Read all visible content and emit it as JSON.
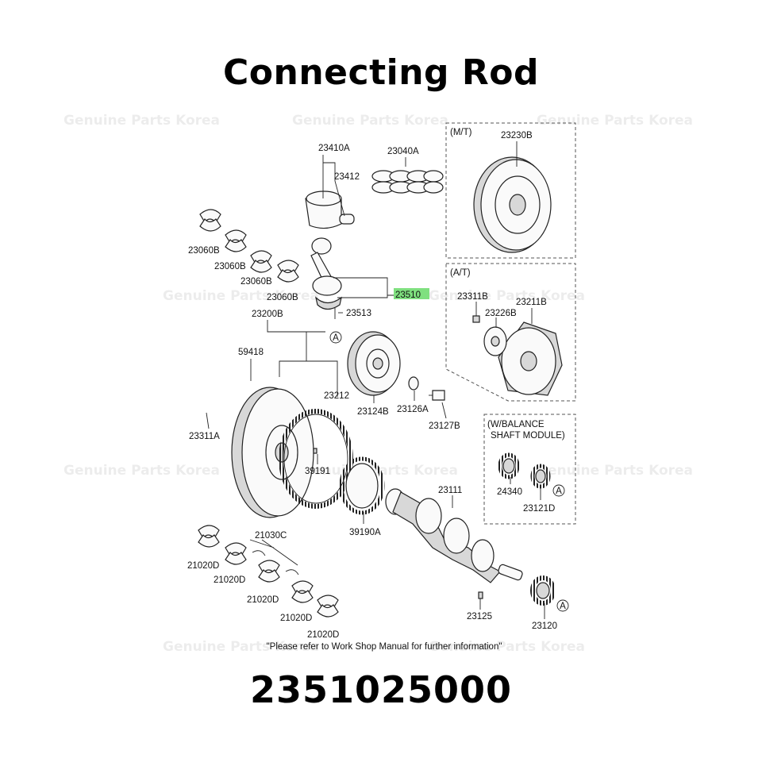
{
  "header": {
    "title": "Connecting Rod"
  },
  "footer": {
    "part_number": "2351025000"
  },
  "diagram": {
    "watermark": "Genuine Parts Korea",
    "note": "\"Please refer to Work Shop Manual for further information\"",
    "highlight_color": "#7fe07f",
    "section_labels": {
      "mt": "(M/T)",
      "at": "(A/T)",
      "balance_1": "(W/BALANCE",
      "balance_2": "SHAFT MODULE)"
    },
    "circle_marker": "A",
    "parts": {
      "p23410A": "23410A",
      "p23040A": "23040A",
      "p23412": "23412",
      "p23230B": "23230B",
      "p23060B_1": "23060B",
      "p23060B_2": "23060B",
      "p23060B_3": "23060B",
      "p23060B_4": "23060B",
      "p23510": "23510",
      "p23513": "23513",
      "p23311B": "23311B",
      "p23211B": "23211B",
      "p23226B": "23226B",
      "p23200B": "23200B",
      "p59418": "59418",
      "p23212": "23212",
      "p23124B": "23124B",
      "p23126A": "23126A",
      "p23127B": "23127B",
      "p23311A": "23311A",
      "p39191": "39191",
      "p24340": "24340",
      "p23121D": "23121D",
      "p23111": "23111",
      "p39190A": "39190A",
      "p21030C": "21030C",
      "p21020D_1": "21020D",
      "p21020D_2": "21020D",
      "p21020D_3": "21020D",
      "p21020D_4": "21020D",
      "p21020D_5": "21020D",
      "p23125": "23125",
      "p23120": "23120"
    }
  }
}
